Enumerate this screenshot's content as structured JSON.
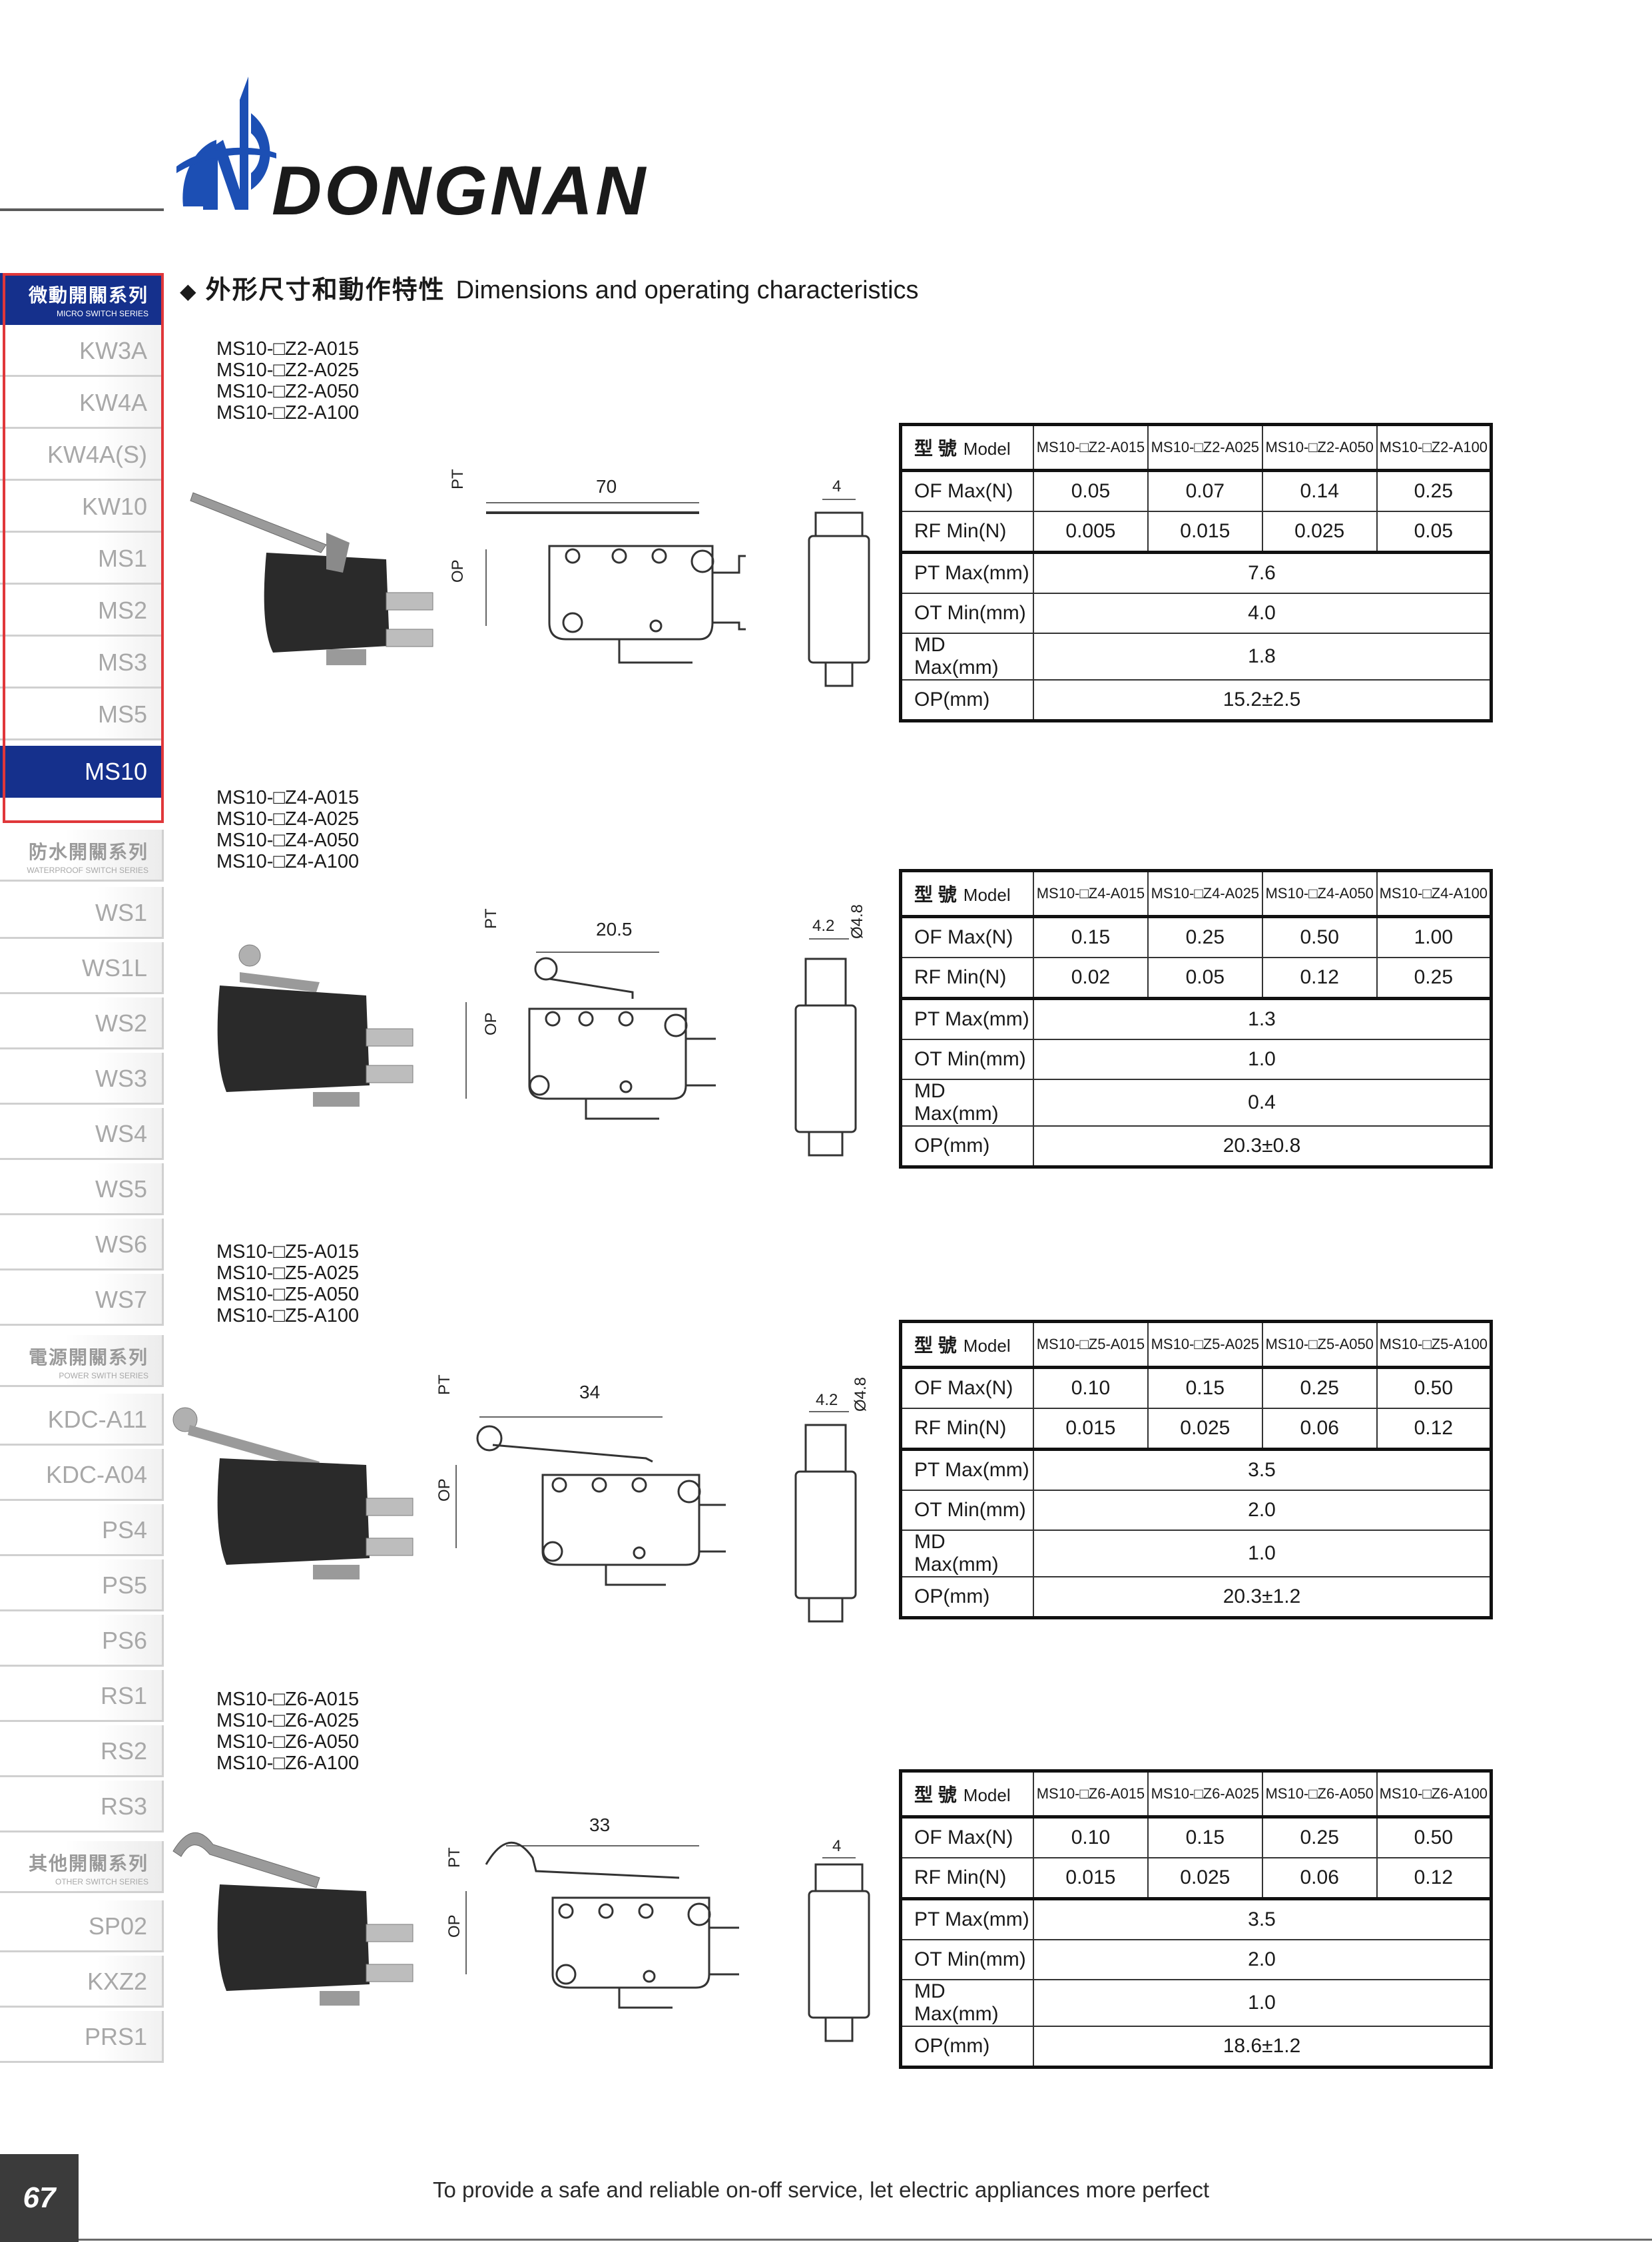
{
  "header": {
    "brand": "DONGNAN"
  },
  "sidebar": {
    "micro": {
      "title_cn": "微動開關系列",
      "title_en": "MICRO SWITCH SERIES",
      "items": [
        "KW3A",
        "KW4A",
        "KW4A(S)",
        "KW10",
        "MS1",
        "MS2",
        "MS3",
        "MS5",
        "MS10"
      ]
    },
    "waterproof": {
      "title_cn": "防水開關系列",
      "title_en": "WATERPROOF SWITCH SERIES",
      "items": [
        "WS1",
        "WS1L",
        "WS2",
        "WS3",
        "WS4",
        "WS5",
        "WS6",
        "WS7"
      ]
    },
    "power": {
      "title_cn": "電源開關系列",
      "title_en": "POWER SWITH SERIES",
      "items": [
        "KDC-A11",
        "KDC-A04",
        "PS4",
        "PS5",
        "PS6",
        "RS1",
        "RS2",
        "RS3"
      ]
    },
    "other": {
      "title_cn": "其他開關系列",
      "title_en": "OTHER SWITCH SERIES",
      "items": [
        "SP02",
        "KXZ2",
        "PRS1"
      ]
    },
    "active_item": "MS10"
  },
  "section": {
    "title_cn": "外形尺寸和動作特性",
    "title_en": "Dimensions and operating characteristics"
  },
  "table_labels": {
    "model_cn": "型 號",
    "model_en": "Model",
    "of": "OF Max(N)",
    "rf": "RF Min(N)",
    "pt": "PT Max(mm)",
    "ot": "OT Min(mm)",
    "md": "MD Max(mm)",
    "op": "OP(mm)"
  },
  "groups": [
    {
      "models": [
        "MS10-□Z2-A015",
        "MS10-□Z2-A025",
        "MS10-□Z2-A050",
        "MS10-□Z2-A100"
      ],
      "of": [
        "0.05",
        "0.07",
        "0.14",
        "0.25"
      ],
      "rf": [
        "0.005",
        "0.015",
        "0.025",
        "0.05"
      ],
      "pt": "7.6",
      "ot": "4.0",
      "md": "1.8",
      "op": "15.2±2.5",
      "dims": {
        "length": "70",
        "width": "4",
        "dia": ""
      }
    },
    {
      "models": [
        "MS10-□Z4-A015",
        "MS10-□Z4-A025",
        "MS10-□Z4-A050",
        "MS10-□Z4-A100"
      ],
      "of": [
        "0.15",
        "0.25",
        "0.50",
        "1.00"
      ],
      "rf": [
        "0.02",
        "0.05",
        "0.12",
        "0.25"
      ],
      "pt": "1.3",
      "ot": "1.0",
      "md": "0.4",
      "op": "20.3±0.8",
      "dims": {
        "length": "20.5",
        "width": "4.2",
        "dia": "Ø4.8"
      }
    },
    {
      "models": [
        "MS10-□Z5-A015",
        "MS10-□Z5-A025",
        "MS10-□Z5-A050",
        "MS10-□Z5-A100"
      ],
      "of": [
        "0.10",
        "0.15",
        "0.25",
        "0.50"
      ],
      "rf": [
        "0.015",
        "0.025",
        "0.06",
        "0.12"
      ],
      "pt": "3.5",
      "ot": "2.0",
      "md": "1.0",
      "op": "20.3±1.2",
      "dims": {
        "length": "34",
        "width": "4.2",
        "dia": "Ø4.8"
      }
    },
    {
      "models": [
        "MS10-□Z6-A015",
        "MS10-□Z6-A025",
        "MS10-□Z6-A050",
        "MS10-□Z6-A100"
      ],
      "of": [
        "0.10",
        "0.15",
        "0.25",
        "0.50"
      ],
      "rf": [
        "0.015",
        "0.025",
        "0.06",
        "0.12"
      ],
      "pt": "3.5",
      "ot": "2.0",
      "md": "1.0",
      "op": "18.6±1.2",
      "dims": {
        "length": "33",
        "width": "4",
        "dia": ""
      }
    }
  ],
  "dim_labels": {
    "pt": "PT",
    "op": "OP"
  },
  "footer": {
    "page_number": "67",
    "tagline": "To provide a safe and reliable on-off service, let electric  appliances more perfect"
  }
}
